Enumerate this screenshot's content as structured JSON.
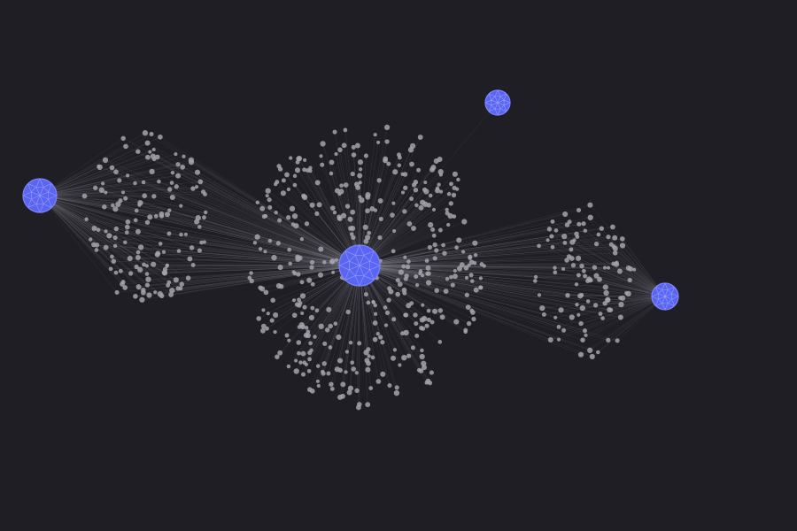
{
  "graph": {
    "colors": {
      "background": "#1f1e24",
      "hub_node": "#5a66f2",
      "hub_outline": "#9ba4ff",
      "leaf_node": "#a5a3ad",
      "edge": "#8b8994"
    },
    "hubs": [
      {
        "id": "hub-center",
        "shape": "sphere-icon"
      },
      {
        "id": "hub-left",
        "shape": "sphere-icon"
      },
      {
        "id": "hub-right",
        "shape": "sphere-icon"
      },
      {
        "id": "hub-top",
        "shape": "sphere-icon"
      }
    ],
    "clusters": [
      {
        "hub": "hub-center",
        "leaf_count": 430,
        "also_linked_to": []
      },
      {
        "hub": "hub-left",
        "leaf_count": 150,
        "also_linked_to": [
          "hub-center"
        ]
      },
      {
        "hub": "hub-right",
        "leaf_count": 110,
        "also_linked_to": [
          "hub-center"
        ]
      }
    ],
    "extra_links": [
      {
        "from": "hub-top",
        "to": "hub-center"
      }
    ]
  }
}
